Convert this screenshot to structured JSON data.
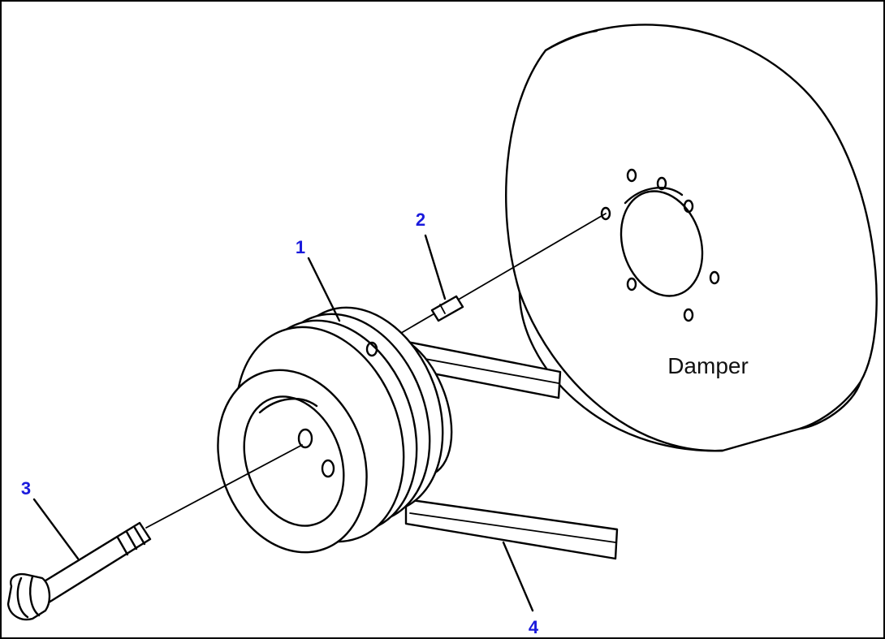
{
  "callouts": {
    "pulley": "1",
    "dowel_pin": "2",
    "bolt": "3",
    "belt": "4"
  },
  "damper_label": "Damper",
  "colors": {
    "callout": "#1a1adc",
    "line": "#000000",
    "background": "#ffffff"
  }
}
